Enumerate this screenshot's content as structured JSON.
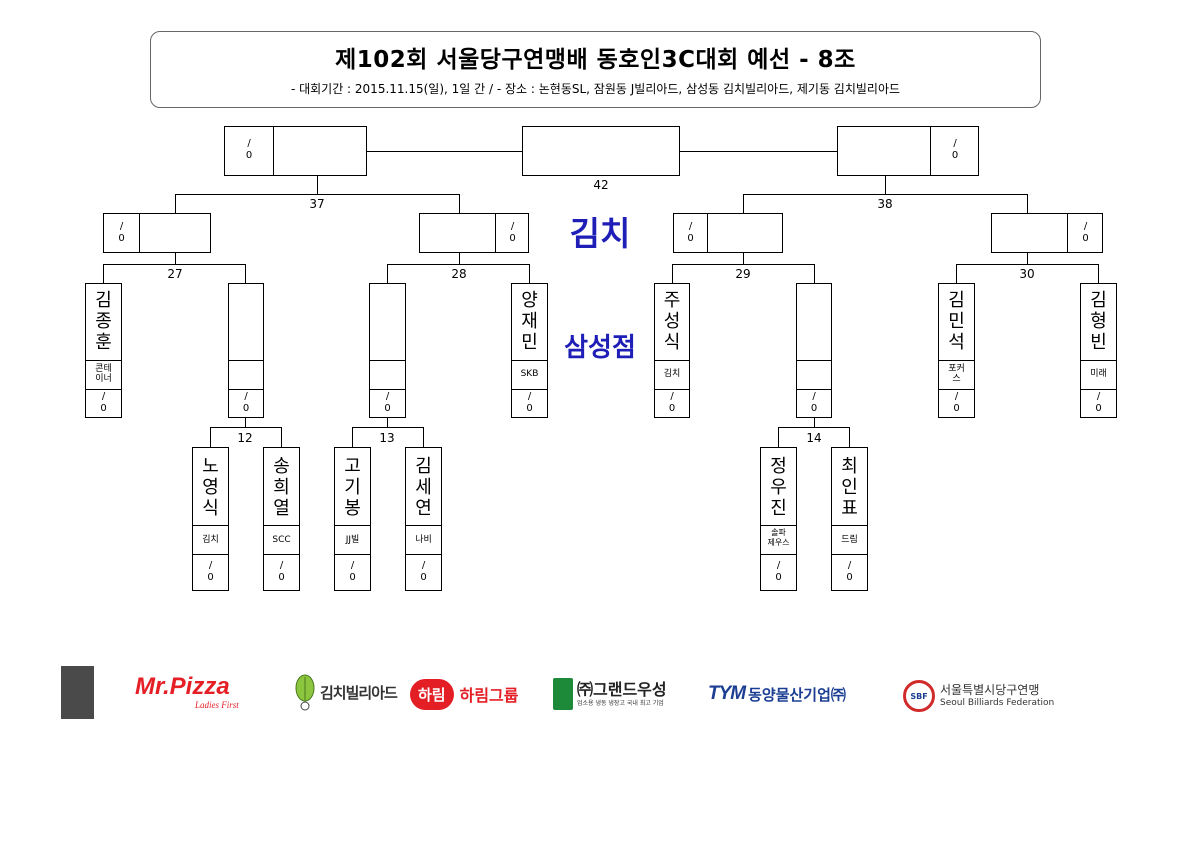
{
  "header": {
    "title": "제102회 서울당구연맹배 동호인3C대회 예선 - 8조",
    "subtitle": "- 대회기간 : 2015.11.15(일), 1일 간 / - 장소 : 논현동SL, 잠원동 J빌리아드, 삼성동 김치빌리아드, 제기동 김치빌리아드"
  },
  "venue": {
    "line1": "김치",
    "line2": "삼성점"
  },
  "score_placeholder": {
    "top": "/",
    "bottom": "0"
  },
  "match_numbers": {
    "m42": "42",
    "m37": "37",
    "m38": "38",
    "m27": "27",
    "m28": "28",
    "m29": "29",
    "m30": "30",
    "m12": "12",
    "m13": "13",
    "m14": "14"
  },
  "players": [
    {
      "name": [
        "김",
        "종",
        "훈"
      ],
      "club": [
        "콘테",
        "이너"
      ]
    },
    {
      "name": [
        "양",
        "재",
        "민"
      ],
      "club": [
        "SKB"
      ]
    },
    {
      "name": [
        "주",
        "성",
        "식"
      ],
      "club": [
        "김치"
      ]
    },
    {
      "name": [
        "김",
        "민",
        "석"
      ],
      "club": [
        "포커",
        "스"
      ]
    },
    {
      "name": [
        "김",
        "형",
        "빈"
      ],
      "club": [
        "미래"
      ]
    },
    {
      "name": [
        "노",
        "영",
        "식"
      ],
      "club": [
        "김치"
      ]
    },
    {
      "name": [
        "송",
        "희",
        "열"
      ],
      "club": [
        "SCC"
      ]
    },
    {
      "name": [
        "고",
        "기",
        "봉"
      ],
      "club": [
        "JJ빌"
      ]
    },
    {
      "name": [
        "김",
        "세",
        "연"
      ],
      "club": [
        "나비"
      ]
    },
    {
      "name": [
        "정",
        "우",
        "진"
      ],
      "club": [
        "솔파",
        "제우스"
      ]
    },
    {
      "name": [
        "최",
        "인",
        "표"
      ],
      "club": [
        "드림"
      ]
    }
  ],
  "sponsors": {
    "mrpizza": "Mr.Pizza",
    "mrpizza_tag": "Ladies First",
    "kimchi": "김치빌리아드",
    "harim_badge": "하림",
    "harim": "하림그룹",
    "grand": "㈜그랜드우성",
    "grand_sub": "업소용 냉동 냉장고 국내 최고 기업",
    "tym_mark": "TYM",
    "tym": "동양물산기업㈜",
    "sbf_ko": "서울특별시당구연맹",
    "sbf_en": "Seoul Billiards Federation",
    "sbf_mark": "SBF"
  },
  "colors": {
    "venue": "#1f1fb8",
    "mrpizza": "#e41f26",
    "harim": "#e31e25",
    "grand": "#1d8a3a",
    "tym": "#1b3e93"
  }
}
